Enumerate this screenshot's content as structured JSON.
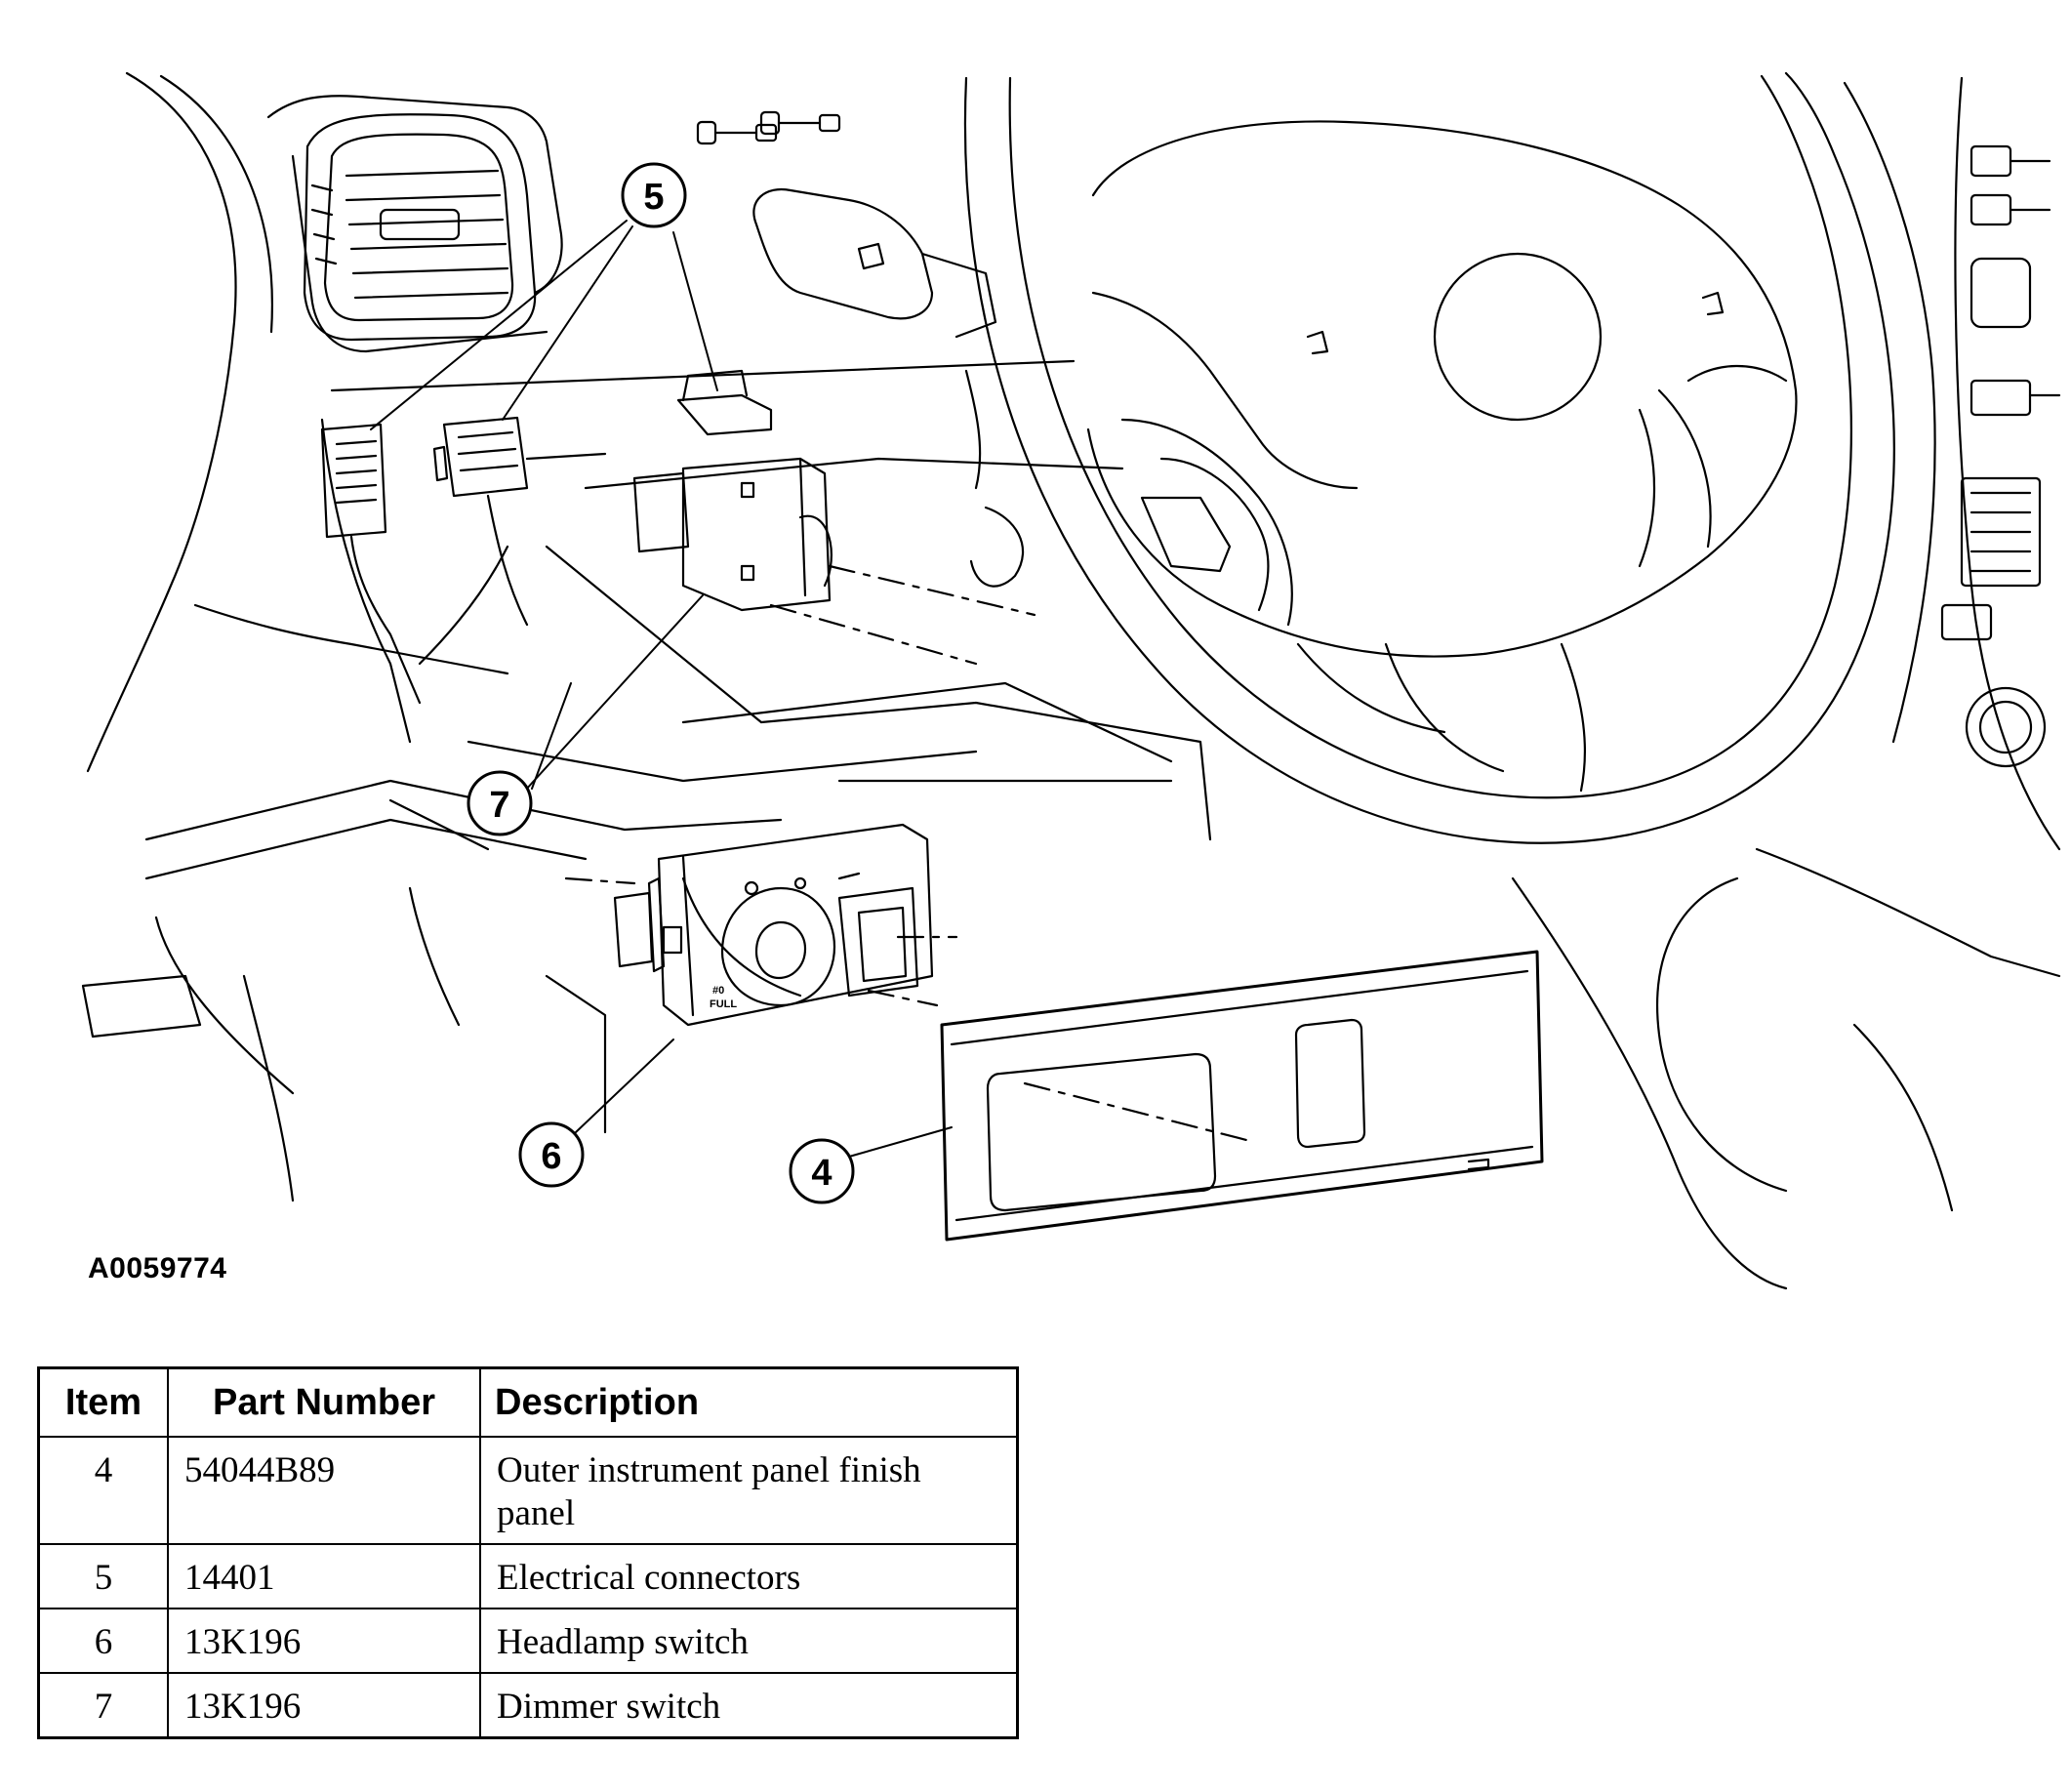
{
  "figure": {
    "id": "A0059774",
    "callouts": [
      {
        "name": "callout-4",
        "label": "4"
      },
      {
        "name": "callout-5",
        "label": "5"
      },
      {
        "name": "callout-6",
        "label": "6"
      },
      {
        "name": "callout-7",
        "label": "7"
      }
    ],
    "switch_markings": [
      "#0",
      "FULL"
    ]
  },
  "table": {
    "headers": {
      "item": "Item",
      "part_number": "Part Number",
      "description": "Description"
    },
    "rows": [
      {
        "item": "4",
        "part_number": "54044B89",
        "description": "Outer instrument panel finish panel"
      },
      {
        "item": "5",
        "part_number": "14401",
        "description": "Electrical connectors"
      },
      {
        "item": "6",
        "part_number": "13K196",
        "description": "Headlamp switch"
      },
      {
        "item": "7",
        "part_number": "13K196",
        "description": "Dimmer switch"
      }
    ]
  }
}
